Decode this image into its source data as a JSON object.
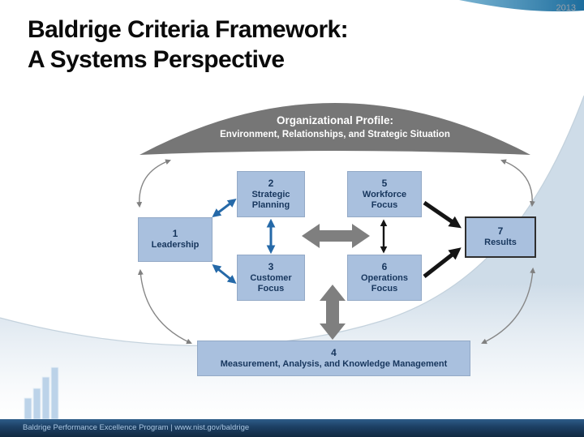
{
  "slide": {
    "year": "2013",
    "title_line1": "Baldrige Criteria Framework:",
    "title_line2": "A Systems Perspective",
    "footer_text": "Baldrige Performance Excellence Program | www.nist.gov/baldrige"
  },
  "arch": {
    "title": "Organizational Profile:",
    "subtitle": "Environment, Relationships, and Strategic Situation"
  },
  "boxes": {
    "leadership": {
      "number": "1",
      "label": "Leadership"
    },
    "strategic_planning": {
      "number": "2",
      "label": "Strategic Planning"
    },
    "workforce_focus": {
      "number": "5",
      "label": "Workforce Focus"
    },
    "customer_focus": {
      "number": "3",
      "label": "Customer Focus"
    },
    "operations_focus": {
      "number": "6",
      "label": "Operations Focus"
    },
    "results": {
      "number": "7",
      "label": "Results"
    },
    "measurement": {
      "number": "4",
      "label": "Measurement, Analysis, and Knowledge Management"
    }
  },
  "icons": {
    "logo": "bar-chart-logo"
  },
  "colors": {
    "box_fill": "#a9c0de",
    "box_text": "#17365d",
    "arch_fill": "#767676",
    "arch_text": "#ffffff",
    "arrow_blue": "#2569a8",
    "arrow_black": "#151515",
    "arrow_gray": "#7f7f7f",
    "footer_bg": "#1d4166",
    "footer_text_color": "#a9c6e2",
    "accent_teal": "#2f7ca8"
  }
}
